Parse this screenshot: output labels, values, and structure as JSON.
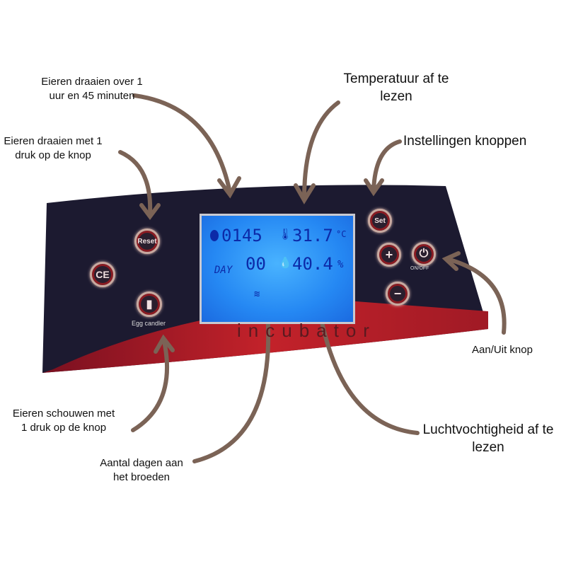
{
  "labels": {
    "turn_interval": "Eieren draaien over 1 uur en 45 minuten",
    "temperature": "Temperatuur af te lezen",
    "turn_manual": "Eieren draaien met 1 druk op de knop",
    "settings": "Instellingen knoppen",
    "power": "Aan/Uit knop",
    "candle": "Eieren schouwen met 1 druk op de knop",
    "days": "Aantal dagen aan het broeden",
    "humidity": "Luchtvochtigheid af te lezen"
  },
  "device": {
    "brand": "incubator",
    "reset_label": "Reset",
    "ce_label": "CE",
    "candler_label": "Egg candler",
    "set_label": "Set",
    "plus_label": "+",
    "minus_label": "−",
    "power_label": "ON/OFF",
    "lcd": {
      "timer": "0145",
      "temperature": "31.7",
      "temp_unit": "°C",
      "day_label": "DAY",
      "day_value": "00",
      "humidity": "40.4",
      "humidity_unit": "%"
    }
  },
  "colors": {
    "arrow": "#7b6356",
    "panel": "#1d1a33",
    "accent_red": "#b0202a",
    "lcd": "#2f95ff"
  }
}
